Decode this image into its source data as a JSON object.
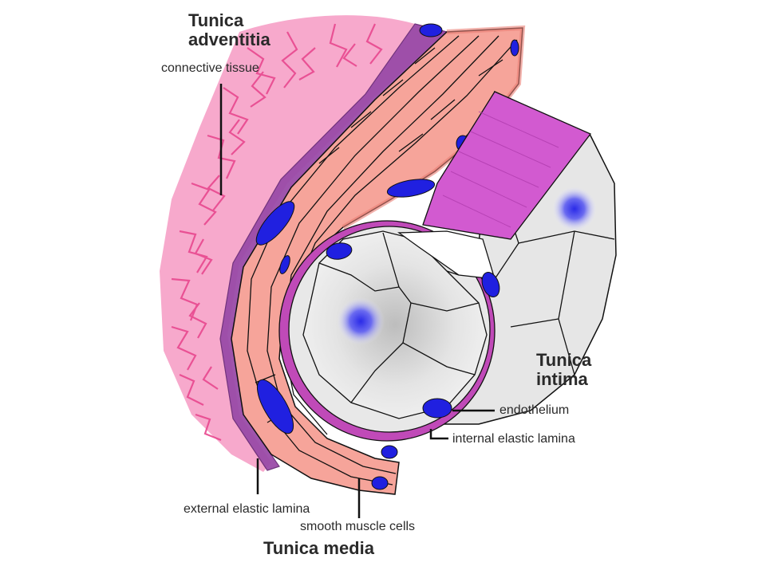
{
  "labels": {
    "adventitia_title_1": "Tunica",
    "adventitia_title_2": "adventitia",
    "connective_tissue": "connective tissue",
    "intima_title_1": "Tunica",
    "intima_title_2": "intima",
    "endothelium": "endothelium",
    "internal_elastic_lamina": "internal elastic lamina",
    "external_elastic_lamina": "external elastic lamina",
    "smooth_muscle_cells": "smooth muscle cells",
    "media_title": "Tunica media"
  },
  "colors": {
    "adventitia": "#f06aa8",
    "external_lamina": "#9a4ba8",
    "media": "#f6a49a",
    "media_dark": "#e97f74",
    "internal_lamina": "#c04ab8",
    "endothelium_cut": "#d25ad0",
    "lumen_cells": "#e2e2e2",
    "nucleus": "#2020e0",
    "outline": "#111111"
  }
}
